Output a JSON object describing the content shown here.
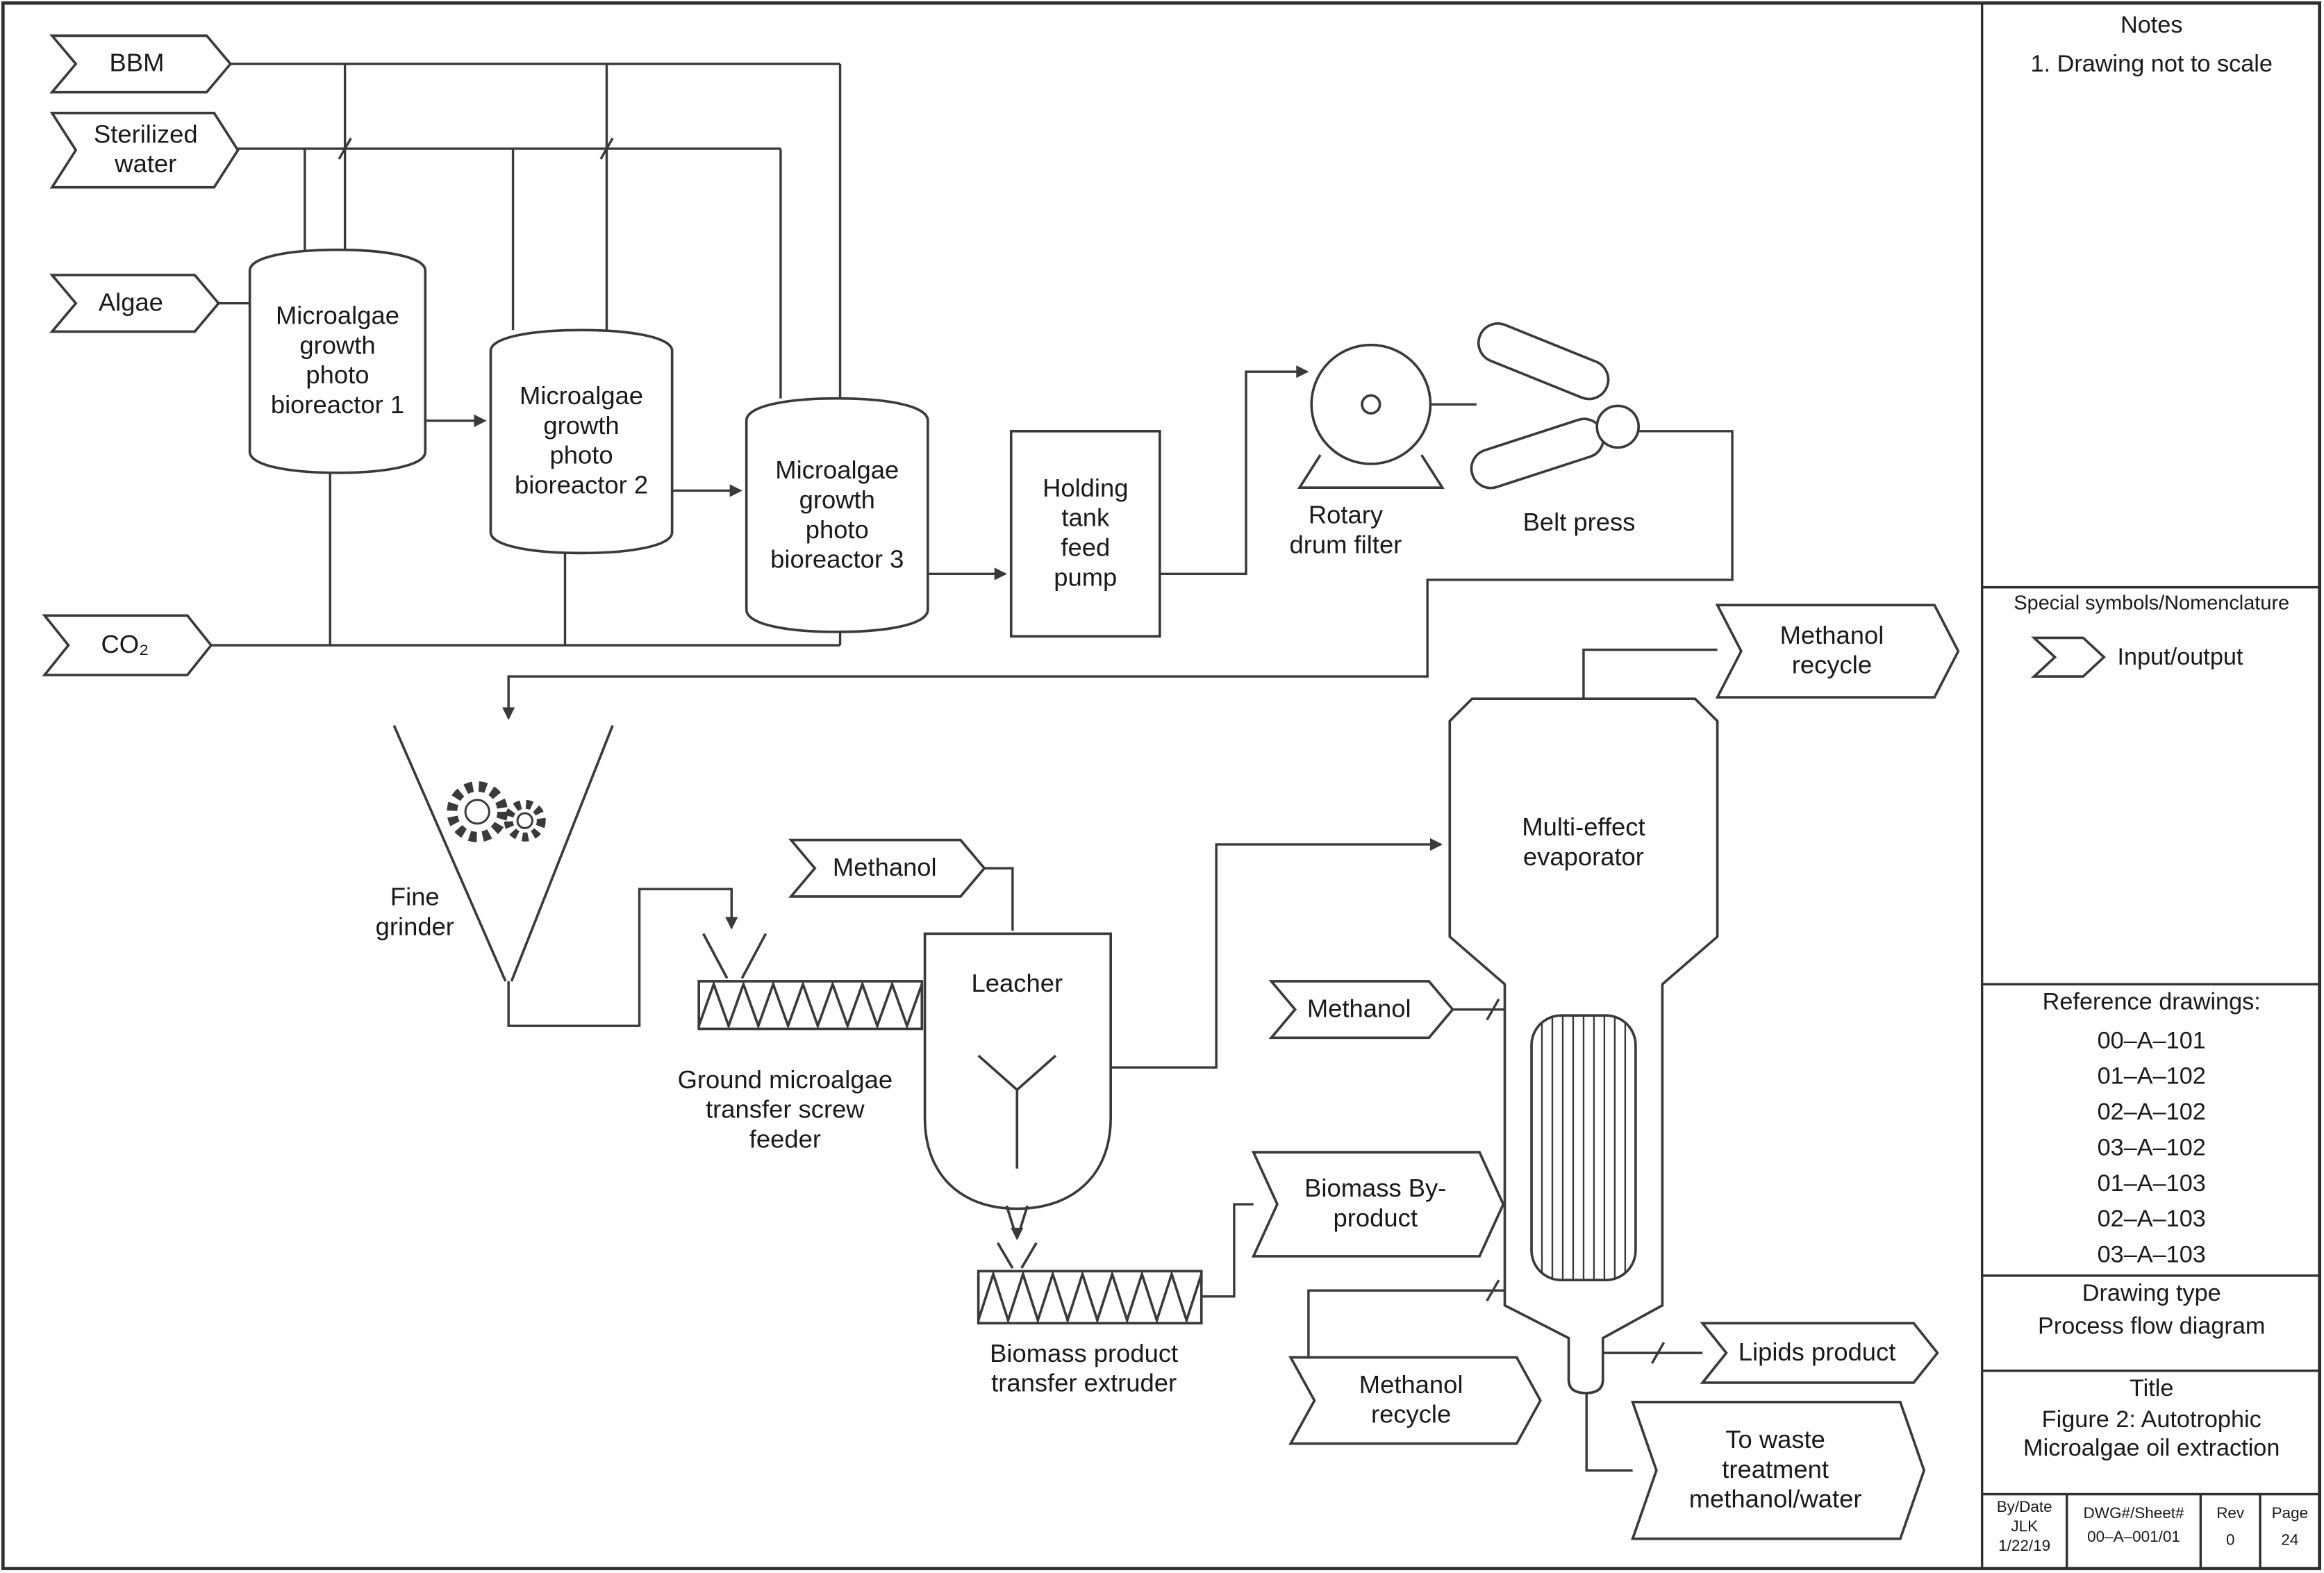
{
  "panel": {
    "notes": {
      "title": "Notes",
      "item1": "1. Drawing not to scale"
    },
    "symbols": {
      "title": "Special symbols/Nomenclature",
      "io_label": "Input/output"
    },
    "references": {
      "title": "Reference drawings:",
      "items": [
        "00–A–101",
        "01–A–102",
        "02–A–102",
        "03–A–102",
        "01–A–103",
        "02–A–103",
        "03–A–103"
      ]
    },
    "drawing_type": {
      "label": "Drawing type",
      "value": "Process flow diagram"
    },
    "title_block": {
      "label": "Title",
      "value": "Figure 2: Autotrophic\nMicroalgae oil extraction"
    },
    "stamp": {
      "by_label": "By/Date",
      "by_value": "JLK",
      "date_value": "1/22/19",
      "dwg_label": "DWG#/Sheet#",
      "dwg_value": "00–A–001/01",
      "rev_label": "Rev",
      "rev_value": "0",
      "page_label": "Page",
      "page_value": "24"
    }
  },
  "diagram": {
    "inputs": {
      "bbm": "BBM",
      "sterilized_water": "Sterilized\nwater",
      "algae": "Algae",
      "co2": "CO₂",
      "methanol_top": "Methanol",
      "methanol_mid": "Methanol",
      "methanol_recycle_bottom": "Methanol\nrecycle"
    },
    "outputs": {
      "methanol_recycle_top": "Methanol\nrecycle",
      "biomass_byproduct": "Biomass By-\nproduct",
      "lipids_product": "Lipids product",
      "waste": "To waste\ntreatment\nmethanol/water"
    },
    "equipment": {
      "bioreactor1": "Microalgae\ngrowth\nphoto\nbioreactor 1",
      "bioreactor2": "Microalgae\ngrowth\nphoto\nbioreactor 2",
      "bioreactor3": "Microalgae\ngrowth\nphoto\nbioreactor 3",
      "holding_pump": "Holding\ntank\nfeed\npump",
      "rotary_filter": "Rotary\ndrum filter",
      "belt_press": "Belt press",
      "fine_grinder": "Fine\ngrinder",
      "screw_feeder": "Ground microalgae\ntransfer screw\nfeeder",
      "leacher": "Leacher",
      "extruder": "Biomass product\ntransfer extruder",
      "evaporator": "Multi-effect\nevaporator"
    }
  }
}
